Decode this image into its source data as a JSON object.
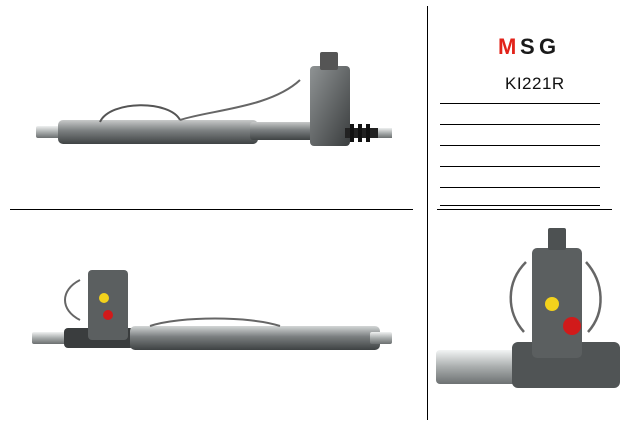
{
  "brand": {
    "logo_text": "MSG",
    "colors": {
      "m": "#e2231a",
      "s": "#1a1a1a",
      "g": "#1a1a1a"
    }
  },
  "product": {
    "part_number": "KI221R"
  },
  "notes": {
    "blank_lines": 6
  },
  "views": [
    {
      "name": "top-left-view",
      "subject": "steering-rack"
    },
    {
      "name": "bottom-left-view",
      "subject": "steering-rack"
    },
    {
      "name": "bottom-right-closeup",
      "subject": "steering-rack-valve-body"
    }
  ]
}
